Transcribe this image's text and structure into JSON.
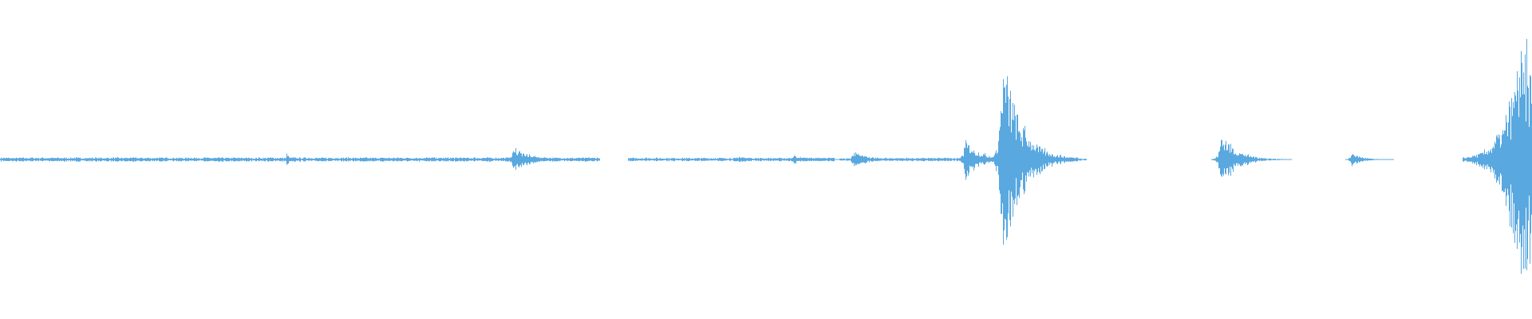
{
  "waveform": {
    "color": "#5aa8e0",
    "background": "#ffffff",
    "segments": [
      {
        "start": 0.0,
        "end": 0.392,
        "level": 0.012
      },
      {
        "start": 0.41,
        "end": 0.545,
        "level": 0.01
      },
      {
        "start": 0.553,
        "end": 0.542,
        "level": 0.0
      },
      {
        "start": 0.515,
        "end": 0.545,
        "level": 0.01
      },
      {
        "start": 0.548,
        "end": 0.557,
        "level": 0.006
      },
      {
        "start": 0.553,
        "end": 0.63,
        "level": 0.01
      },
      {
        "start": 0.63,
        "end": 0.704,
        "level": 0.012
      }
    ],
    "bursts": [
      {
        "pos": 0.082,
        "amp": 0.02,
        "decay": 0.01
      },
      {
        "pos": 0.187,
        "amp": 0.06,
        "decay": 0.003
      },
      {
        "pos": 0.3,
        "amp": 0.02,
        "decay": 0.006
      },
      {
        "pos": 0.335,
        "amp": 0.1,
        "decay": 0.012
      },
      {
        "pos": 0.482,
        "amp": 0.03,
        "decay": 0.008
      },
      {
        "pos": 0.518,
        "amp": 0.04,
        "decay": 0.008
      },
      {
        "pos": 0.557,
        "amp": 0.07,
        "decay": 0.01
      },
      {
        "pos": 0.63,
        "amp": 0.18,
        "decay": 0.01
      },
      {
        "pos": 0.654,
        "amp": 0.92,
        "decay": 0.012
      },
      {
        "pos": 0.797,
        "amp": 0.24,
        "decay": 0.01
      },
      {
        "pos": 0.882,
        "amp": 0.07,
        "decay": 0.006
      },
      {
        "pos": 0.991,
        "amp": 1.0,
        "decay": 0.06
      }
    ]
  }
}
